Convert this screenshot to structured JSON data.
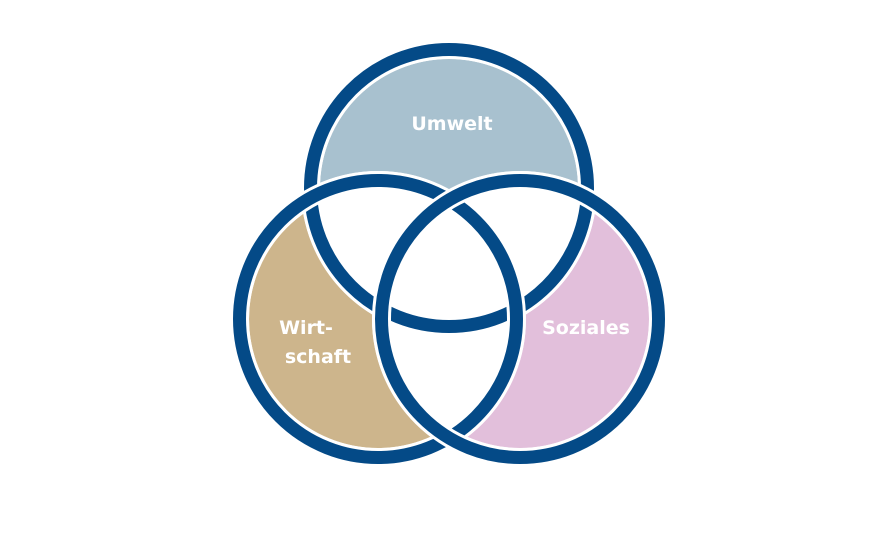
{
  "diagram": {
    "labels": {
      "top": "Umwelt",
      "left_line1": "Wirt-",
      "left_line2": "schaft",
      "right": "Soziales"
    },
    "colors": {
      "ring": "#044a87",
      "top_fill": "#a8c1cf",
      "left_fill": "#cdb58c",
      "right_fill": "#e2bfdb"
    }
  }
}
